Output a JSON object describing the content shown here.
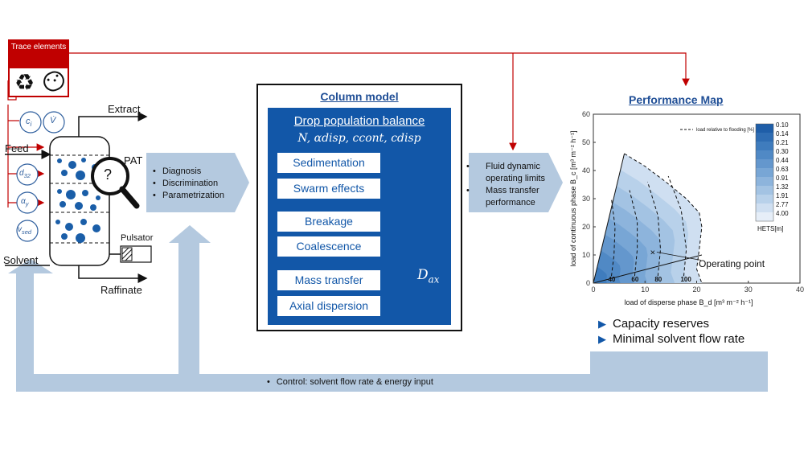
{
  "trace": {
    "label": "Trace elements",
    "icons": [
      "recycle-icon",
      "bacteria-icon"
    ]
  },
  "column": {
    "extract": "Extract",
    "feed": "Feed",
    "solvent": "Solvent",
    "raffinate": "Raffinate",
    "pat": "PAT",
    "pulsator": "Pulsator",
    "question": "?",
    "inputs_top": [
      "c_i",
      "V̇"
    ],
    "inputs_side": [
      "d_32",
      "α_y",
      "v_sed"
    ]
  },
  "diagnosis_bullets": [
    "Diagnosis",
    "Discrimination",
    "Parametrization"
  ],
  "model": {
    "title": "Column model",
    "pb_title": "Drop population balance",
    "pb_vars": "N, αdisp, ccont, cdisp",
    "pills": [
      "Sedimentation",
      "Swarm effects",
      "Breakage",
      "Coalescence",
      "Mass transfer",
      "Axial dispersion"
    ],
    "dax": "Dax"
  },
  "limits_bullets": [
    "Fluid dynamic operating limits",
    "Mass transfer performance"
  ],
  "performance": {
    "title": "Performance Map"
  },
  "takeaways": [
    "Capacity reserves",
    "Minimal solvent flow rate"
  ],
  "control_text": "Control: solvent flow rate & energy input",
  "chart_data": {
    "type": "area",
    "xlabel": "load of disperse phase B_d [m³ m⁻² h⁻¹]",
    "ylabel": "load of continuous phase B_c [m³ m⁻² h⁻¹]",
    "xlim": [
      0,
      40
    ],
    "ylim": [
      0,
      60
    ],
    "xticks": [
      0,
      10,
      20,
      30,
      40
    ],
    "yticks": [
      0,
      10,
      20,
      30,
      40,
      50,
      60
    ],
    "legend_line": "load relative to flooding [%]",
    "colorbar_label": "HETS[m]",
    "colorbar_ticks": [
      "0.10",
      "0.14",
      "0.21",
      "0.30",
      "0.44",
      "0.63",
      "0.91",
      "1.32",
      "1.91",
      "2.77",
      "4.00"
    ],
    "colorbar_colors": [
      "#1f5ea8",
      "#2f6db3",
      "#3f7cbd",
      "#5089c5",
      "#6497cd",
      "#78a6d5",
      "#8db4dc",
      "#a3c3e3",
      "#b8d1ea",
      "#cfdff1",
      "#e6eef8"
    ],
    "flooding_levels": [
      40,
      60,
      80,
      100
    ],
    "flood_boundary": [
      [
        0,
        0
      ],
      [
        6,
        46
      ],
      [
        10,
        41.5
      ],
      [
        14,
        36
      ],
      [
        18,
        30
      ],
      [
        20.5,
        25
      ],
      [
        21,
        20
      ],
      [
        20.5,
        12
      ],
      [
        20,
        5
      ],
      [
        21,
        0
      ]
    ],
    "flood_curves": [
      {
        "level": 40,
        "points": [
          [
            3.5,
            2.5
          ],
          [
            4,
            10
          ],
          [
            4.2,
            20
          ],
          [
            3.5,
            30
          ]
        ]
      },
      {
        "level": 60,
        "points": [
          [
            8,
            2.5
          ],
          [
            8.5,
            12
          ],
          [
            8.5,
            22
          ],
          [
            7,
            33
          ]
        ]
      },
      {
        "level": 80,
        "points": [
          [
            12.5,
            2.5
          ],
          [
            13,
            12
          ],
          [
            12.5,
            24
          ],
          [
            10.5,
            36
          ]
        ]
      },
      {
        "level": 100,
        "points": [
          [
            17.5,
            2.5
          ],
          [
            18,
            12
          ],
          [
            17,
            26
          ],
          [
            14.5,
            38
          ]
        ]
      }
    ],
    "operating_point": {
      "x": 11.5,
      "y": 11,
      "label": "Operating point"
    }
  }
}
